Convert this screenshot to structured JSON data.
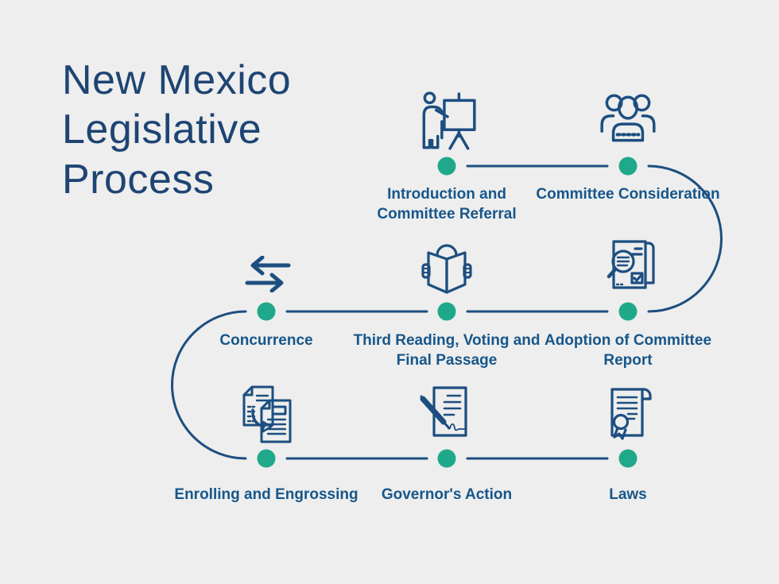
{
  "title": "New Mexico Legislative Process",
  "colors": {
    "background": "#edeeed",
    "line": "#1d4e80",
    "title": "#1e4473",
    "label": "#17568b",
    "dot": "#1fa98a"
  },
  "steps": [
    {
      "id": "introduction",
      "label": "Introduction and Committee Referral",
      "icon": "presentation-icon"
    },
    {
      "id": "committee-consideration",
      "label": "Committee Consideration",
      "icon": "committee-people-icon"
    },
    {
      "id": "adoption-committee-report",
      "label": "Adoption of Committee Report",
      "icon": "report-review-icon"
    },
    {
      "id": "third-reading",
      "label": "Third Reading, Voting and Final Passage",
      "icon": "reading-book-icon"
    },
    {
      "id": "concurrence",
      "label": "Concurrence",
      "icon": "double-arrow-icon"
    },
    {
      "id": "enrolling-engrossing",
      "label": "Enrolling and Engrossing",
      "icon": "documents-transfer-icon"
    },
    {
      "id": "governors-action",
      "label": "Governor's Action",
      "icon": "signing-pen-icon"
    },
    {
      "id": "laws",
      "label": "Laws",
      "icon": "certificate-icon"
    }
  ]
}
